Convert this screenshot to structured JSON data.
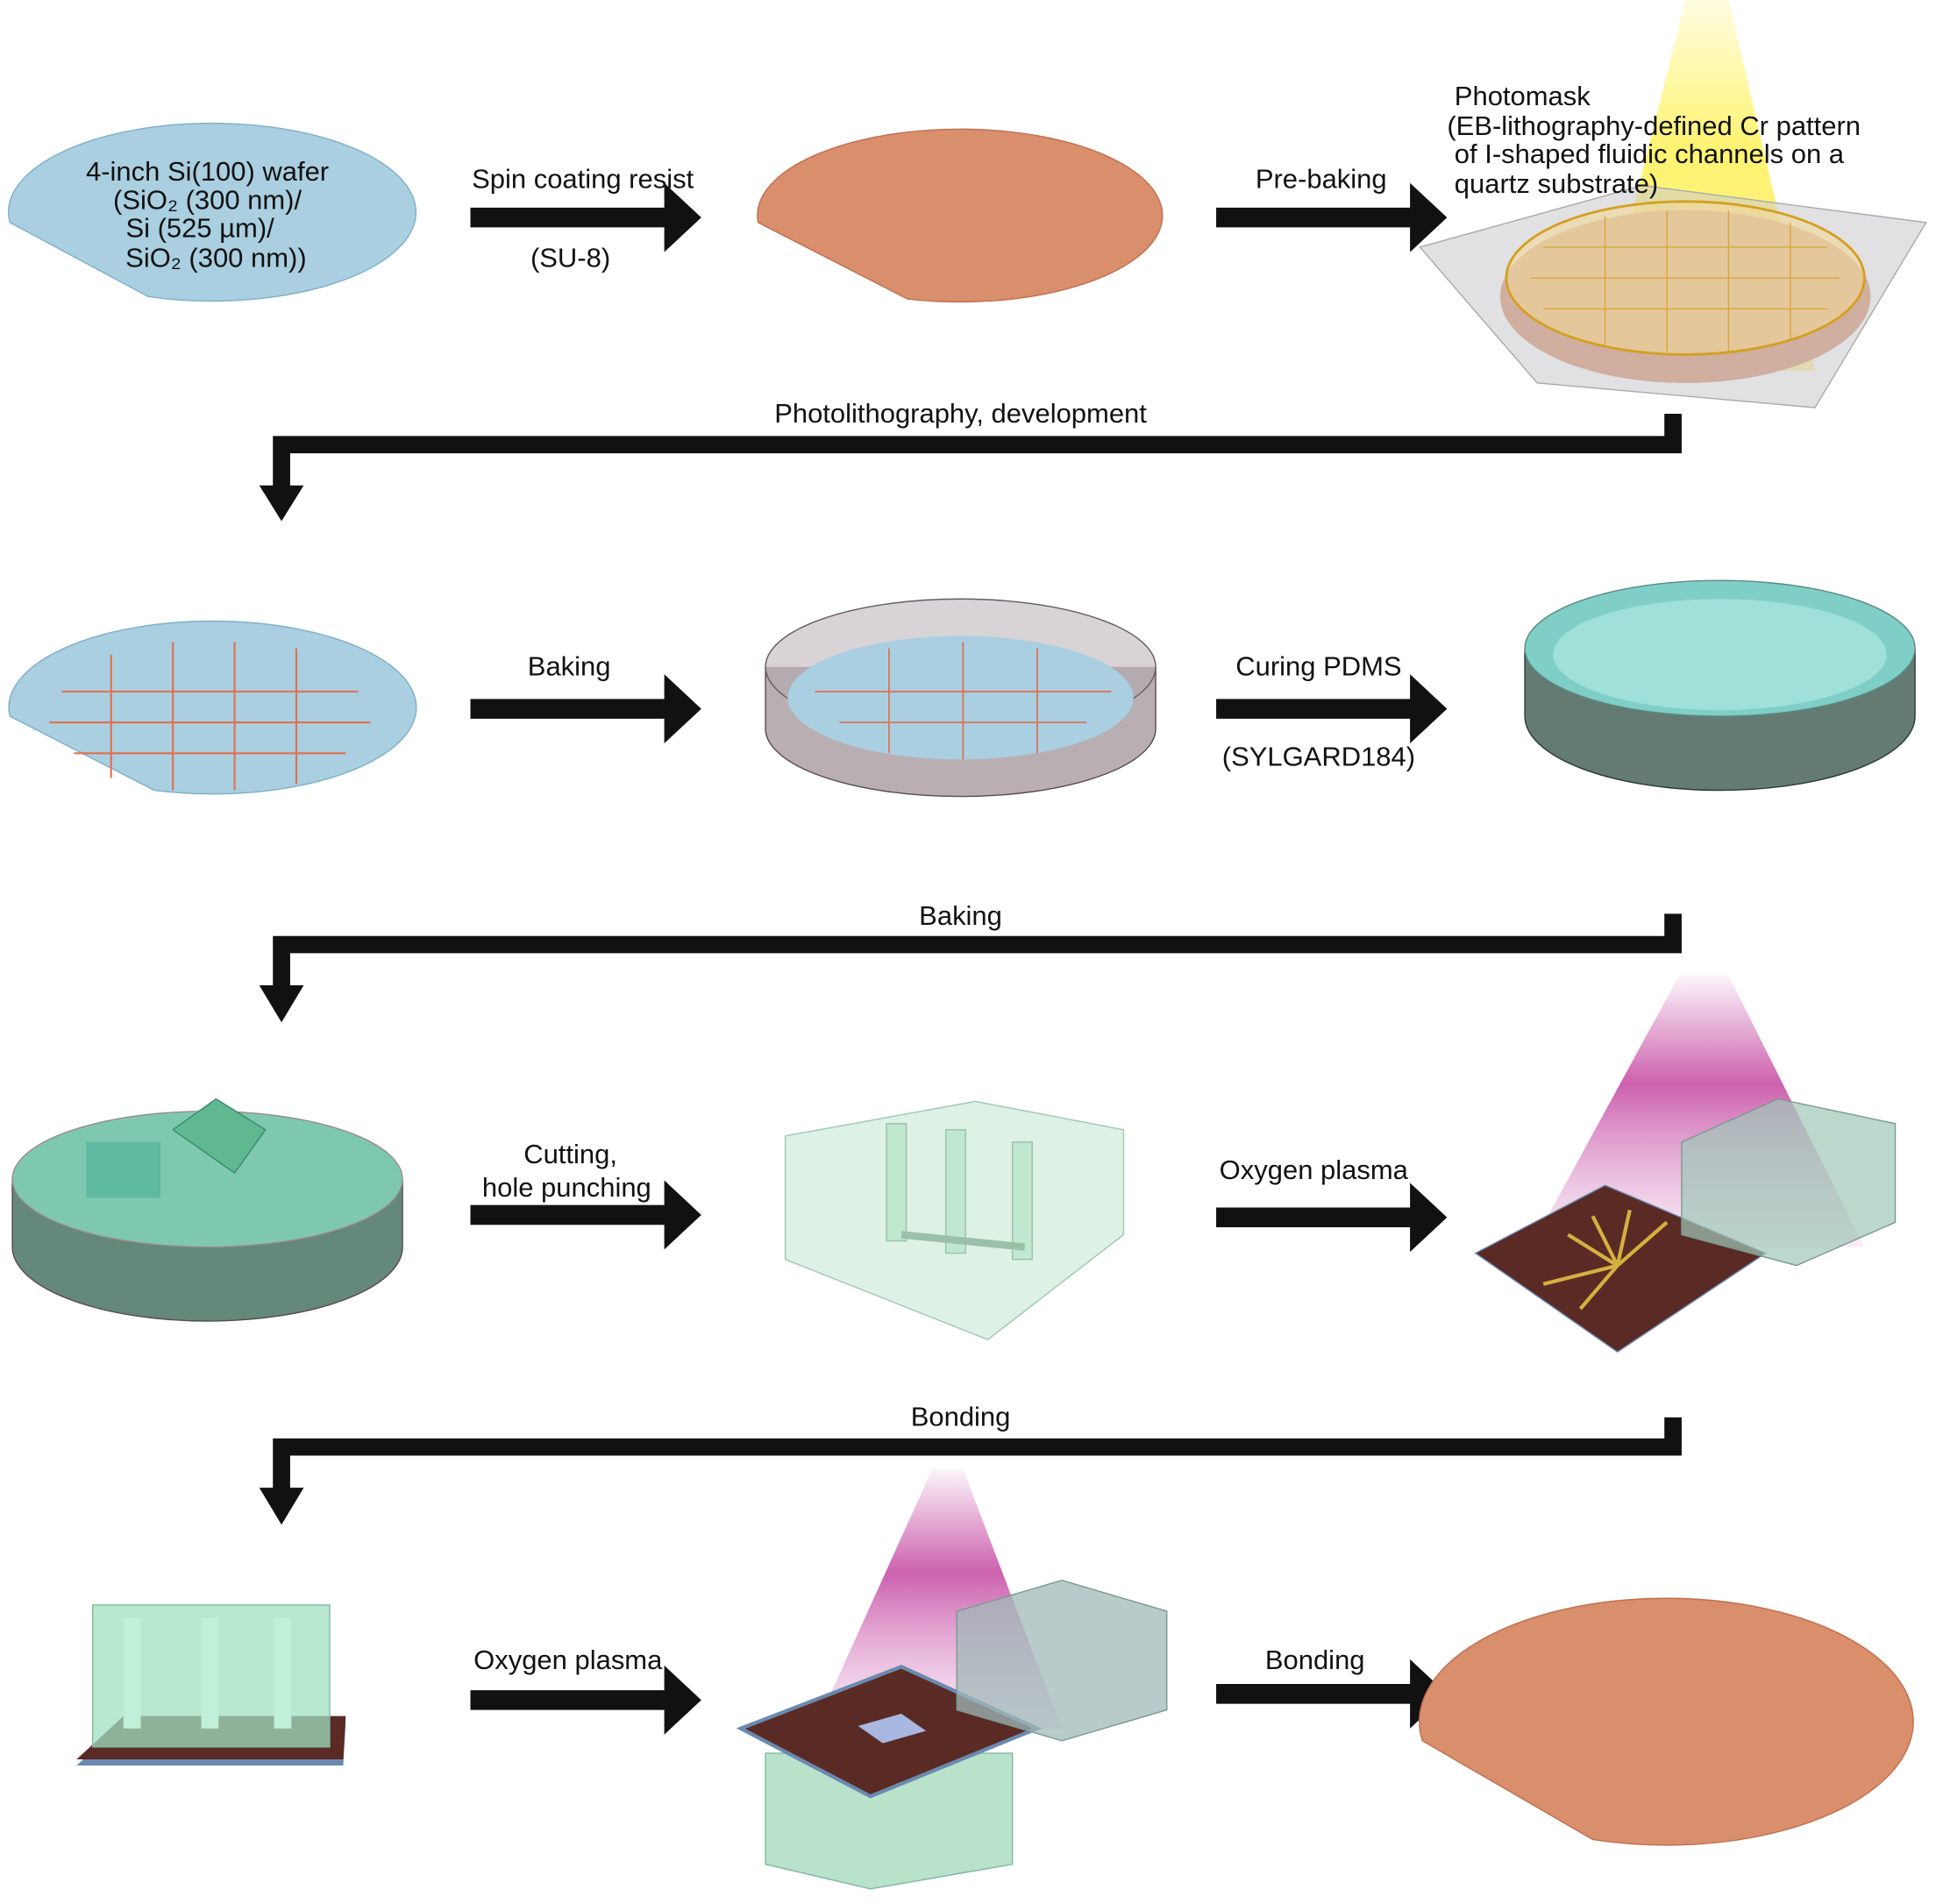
{
  "row1": {
    "wafer_label": [
      "4-inch Si(100) wafer",
      "(SiO₂ (300 nm)/",
      "Si (525 µm)/",
      "SiO₂ (300 nm))"
    ],
    "step1": {
      "label": "Spin coating resist",
      "sublabel": "(SU-8)"
    },
    "step2": {
      "label": "Pre-baking"
    },
    "photomask_label": [
      "Photomask",
      "(EB-lithography-defined Cr pattern",
      "of I-shaped fluidic channels on a",
      "quartz substrate)"
    ]
  },
  "transition1": "Photolithography, development",
  "row2": {
    "step1": {
      "label": "Baking"
    },
    "step2": {
      "label": "Curing PDMS",
      "sublabel": "(SYLGARD184)"
    }
  },
  "transition2": "Baking",
  "row3": {
    "step1": {
      "label": [
        "Cutting,",
        "hole punching"
      ]
    },
    "step2": {
      "label": "Oxygen plasma"
    }
  },
  "transition3": "Bonding",
  "row4": {
    "step1": {
      "label": "Oxygen plasma"
    },
    "step2": {
      "label": "Bonding"
    }
  },
  "colors": {
    "wafer_blue": "#a9cfe0",
    "resist_orange": "#d98e6c",
    "pdms_green": "#9fd8c0",
    "uv_yellow": "#fff36a",
    "plasma_magenta": "#c0399a",
    "chip_brown": "#5a2a24",
    "arrow": "#111111"
  }
}
